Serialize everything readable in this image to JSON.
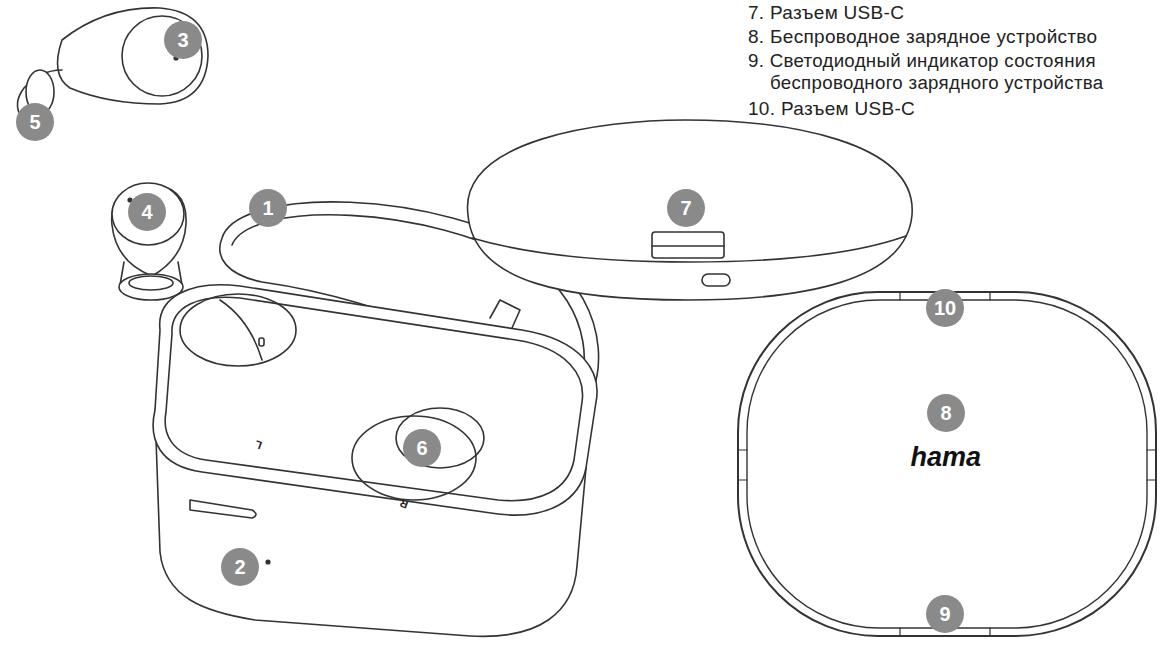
{
  "diagram": {
    "nodes": [
      {
        "text": [
          "3"
        ]
      },
      {
        "text": [
          "5"
        ]
      },
      {
        "text": [
          "4"
        ]
      },
      {
        "text": [
          "1"
        ]
      },
      {
        "text": [
          "7"
        ]
      },
      {
        "text": [
          "10"
        ]
      },
      {
        "text": [
          "8"
        ]
      },
      {
        "text": [
          "6"
        ]
      },
      {
        "text": [
          "2"
        ]
      },
      {
        "text": [
          "9"
        ]
      }
    ],
    "labels": [
      "7. Разъем USB-C",
      "8. Беспроводное зарядное устройство",
      "9. Светодиодный индикатор состояния беспроводного зарядного устройства",
      "10. Разъем USB-C",
      "hama",
      "L",
      "R"
    ]
  }
}
